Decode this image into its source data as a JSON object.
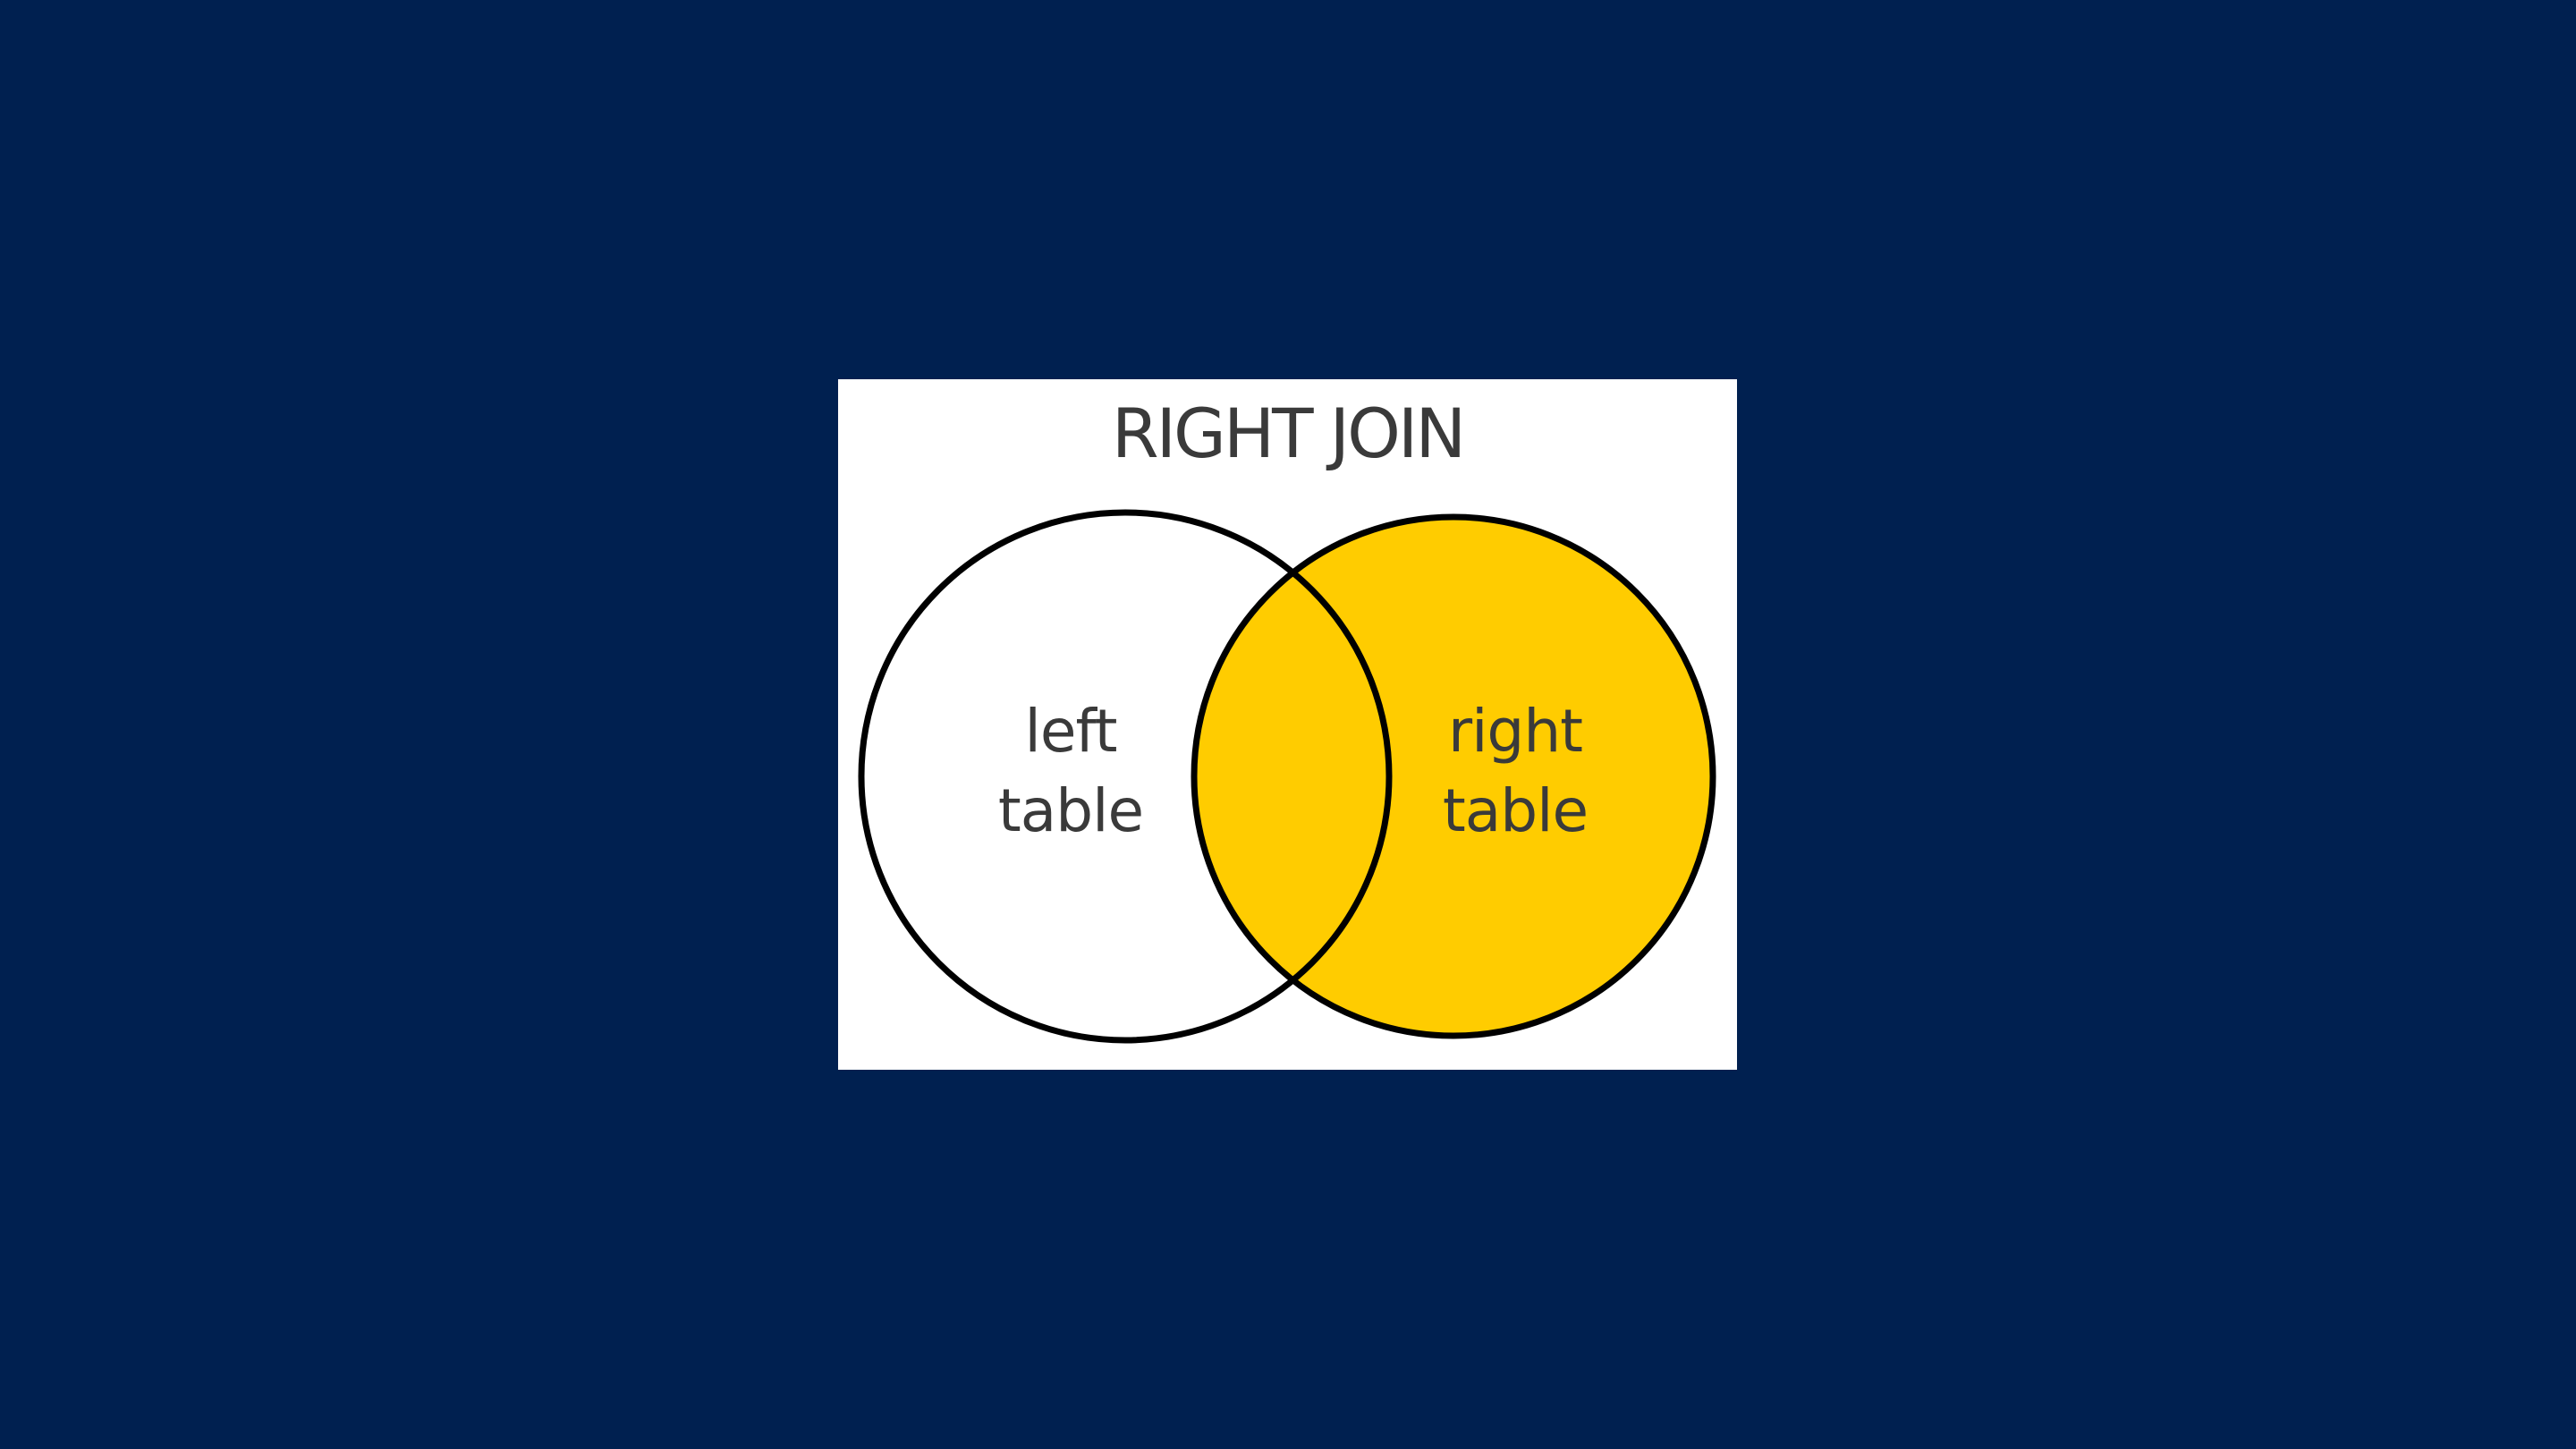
{
  "diagram": {
    "title": "RIGHT JOIN",
    "left_set": {
      "label_line1": "left",
      "label_line2": "table",
      "highlighted": false
    },
    "right_set": {
      "label_line1": "right",
      "label_line2": "table",
      "highlighted": true
    },
    "intersection": {
      "highlighted": true
    }
  },
  "colors": {
    "background": "#002050",
    "card": "#ffffff",
    "highlight": "#ffcc00",
    "stroke": "#000000",
    "text": "#3a3a3a"
  }
}
